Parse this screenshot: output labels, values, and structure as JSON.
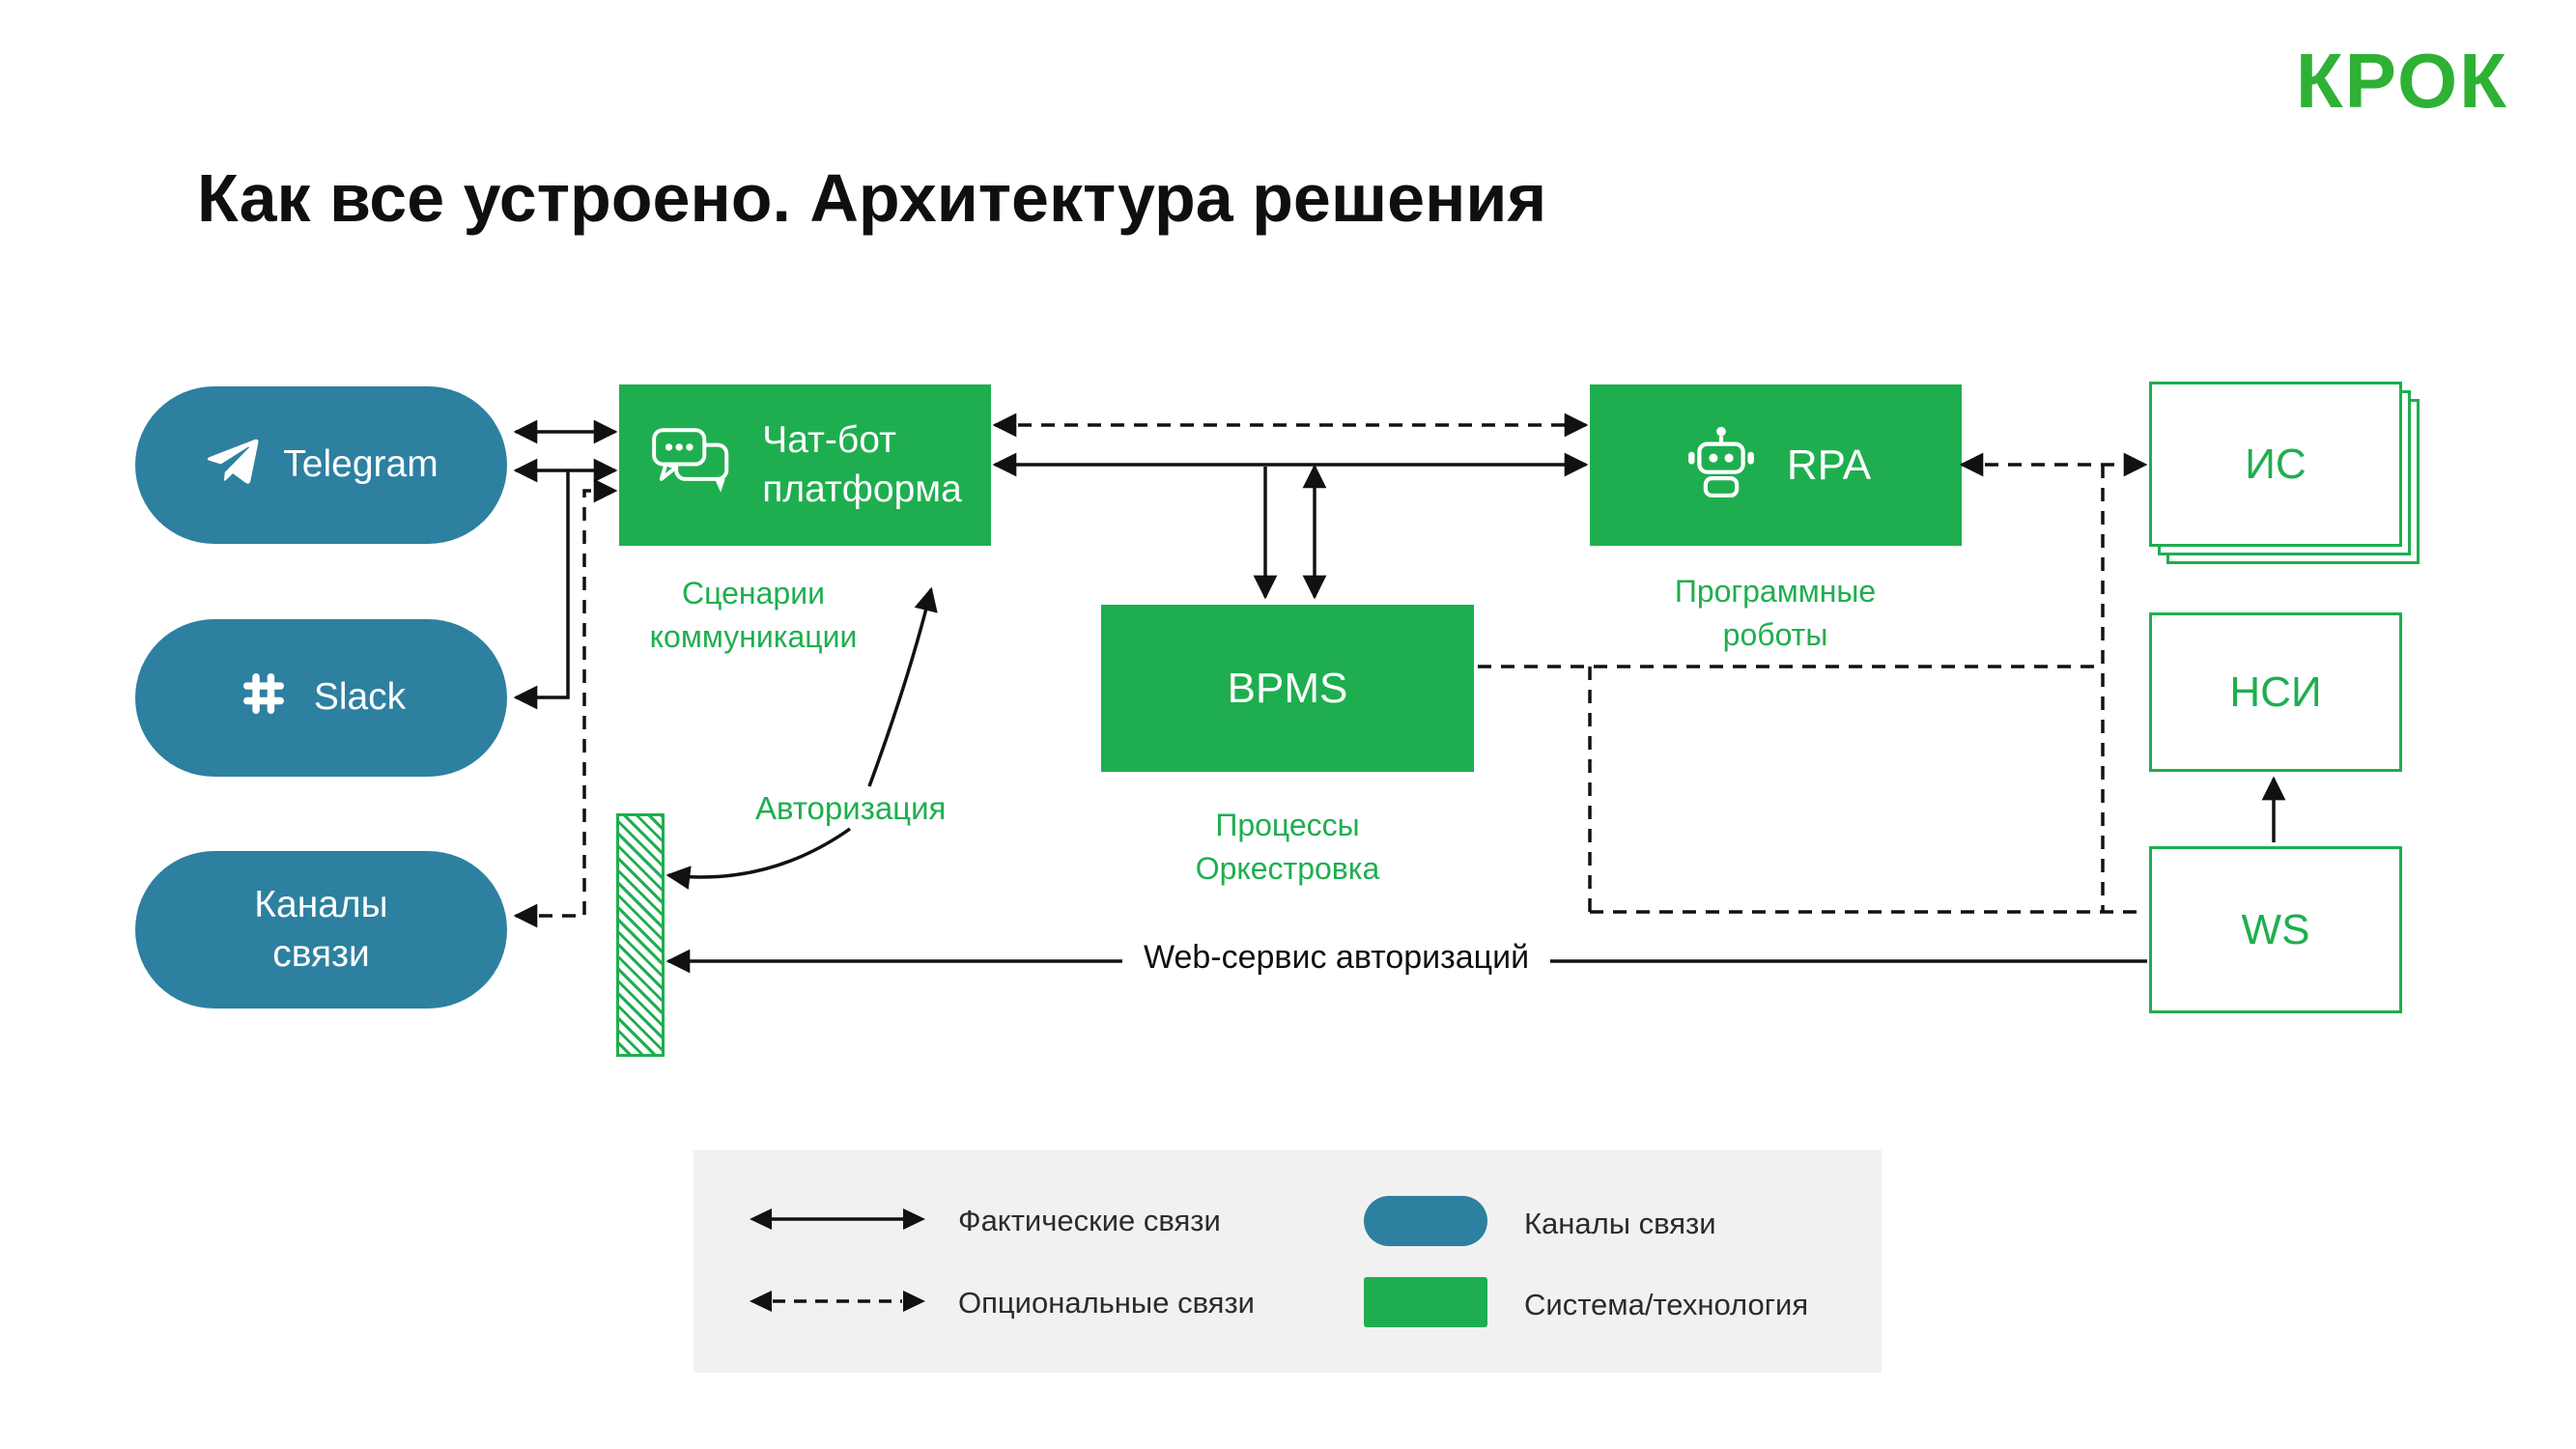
{
  "logo": "КРОК",
  "title": "Как все устроено. Архитектура решения",
  "colors": {
    "brand_green": "#1fae4f",
    "logo_green": "#2eb135",
    "channel_teal": "#2d80a0",
    "legend_bg": "#f1f1f2",
    "line_black": "#111111"
  },
  "channels": [
    {
      "label": "Telegram",
      "icon": "telegram-icon"
    },
    {
      "label": "Slack",
      "icon": "slack-icon"
    },
    {
      "label": "Каналы\nсвязи",
      "icon": "none"
    }
  ],
  "nodes": {
    "chatbot": {
      "label": "Чат-бот\nплатформа",
      "caption": "Сценарии\nкоммуникации",
      "icon": "chat-bubbles-icon"
    },
    "bpms": {
      "label": "BPMS",
      "caption": "Процессы\nОркестровка"
    },
    "rpa": {
      "label": "RPA",
      "caption": "Программные\nроботы",
      "icon": "robot-icon"
    },
    "is": {
      "label": "ИС"
    },
    "nsi": {
      "label": "НСИ"
    },
    "ws": {
      "label": "WS"
    }
  },
  "labels": {
    "authorization": "Авторизация",
    "web_service": "Web-сервис авторизаций"
  },
  "legend": {
    "solid": "Фактические связи",
    "dashed": "Опциональные связи",
    "channel": "Каналы связи",
    "system": "Система/технология"
  }
}
